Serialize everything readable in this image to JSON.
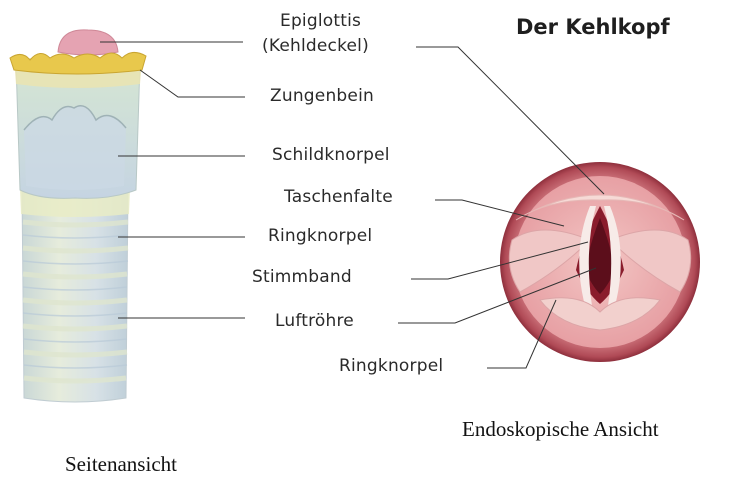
{
  "title": "Der Kehlkopf",
  "labels": {
    "epiglottis": "Epiglottis",
    "kehldeckel": "(Kehldeckel)",
    "zungenbein": "Zungenbein",
    "schildknorpel": "Schildknorpel",
    "taschenfalte": "Taschenfalte",
    "ringknorpel_side": "Ringknorpel",
    "stimmband": "Stimmband",
    "luftroehre": "Luftröhre",
    "ringknorpel_endo": "Ringknorpel"
  },
  "captions": {
    "endoscopic": "Endoskopische Ansicht",
    "side": "Seitenansicht"
  }
}
